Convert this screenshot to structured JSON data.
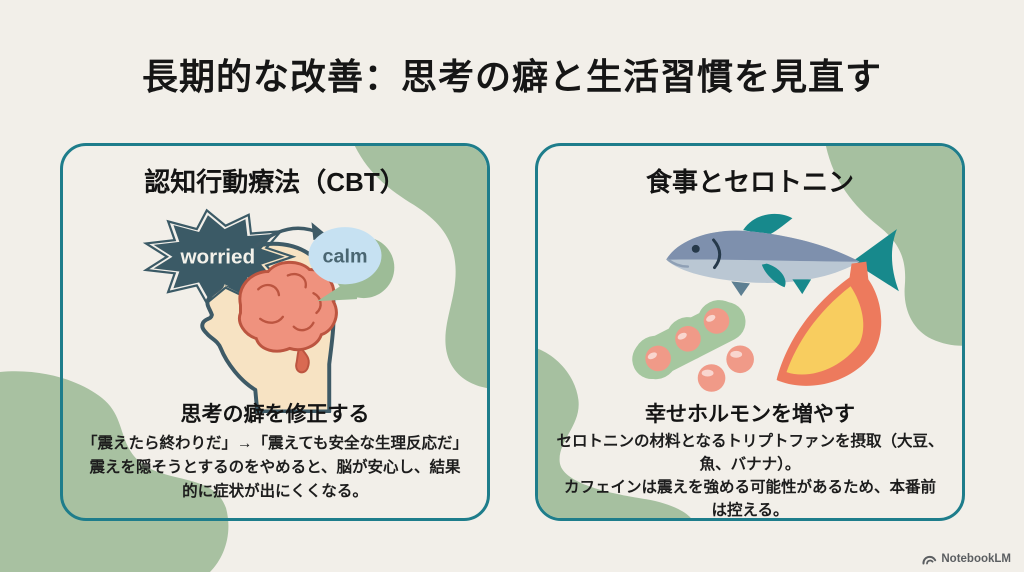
{
  "page": {
    "title": "長期的な改善：思考の癖と生活習慣を見直す",
    "background_color": "#f2efe9",
    "blob_color": "#a8c1a1",
    "card_border_color": "#1e7d8b",
    "brand": "NotebookLM"
  },
  "cards": {
    "cbt": {
      "title": "認知行動療法（CBT）",
      "bubbles": {
        "worried": "worried",
        "calm": "calm"
      },
      "subtitle": "思考の癖を修正する",
      "body": "「震えたら終わりだ」→「震えても安全な生理反応だ」\n震えを隠そうとするのをやめると、脳が安心し、結果\n的に症状が出にくくなる。"
    },
    "serotonin": {
      "title": "食事とセロトニン",
      "subtitle": "幸せホルモンを増やす",
      "body": "セロトニンの材料となるトリプトファンを摂取（大豆、\n魚、バナナ）。\nカフェインは震えを強める可能性があるため、本番前\nは控える。"
    }
  }
}
